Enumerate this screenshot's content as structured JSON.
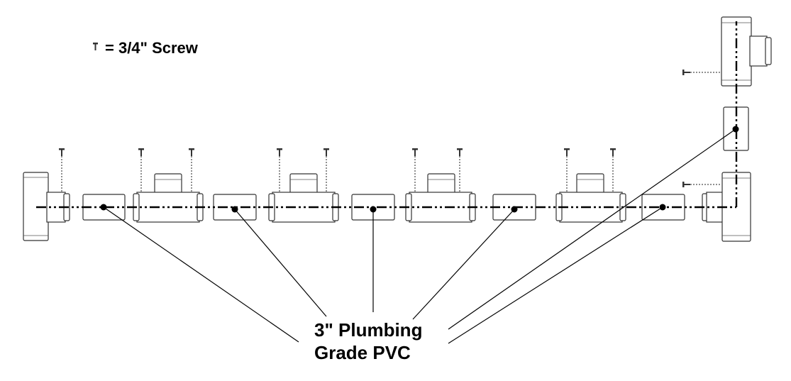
{
  "legend": {
    "icon": "screw-icon",
    "text": "= 3/4\" Screw"
  },
  "label": {
    "line1": "3\" Plumbing",
    "line2": "Grade PVC"
  },
  "colors": {
    "line": "#000000",
    "outline": "#333333",
    "fill": "#ffffff"
  }
}
